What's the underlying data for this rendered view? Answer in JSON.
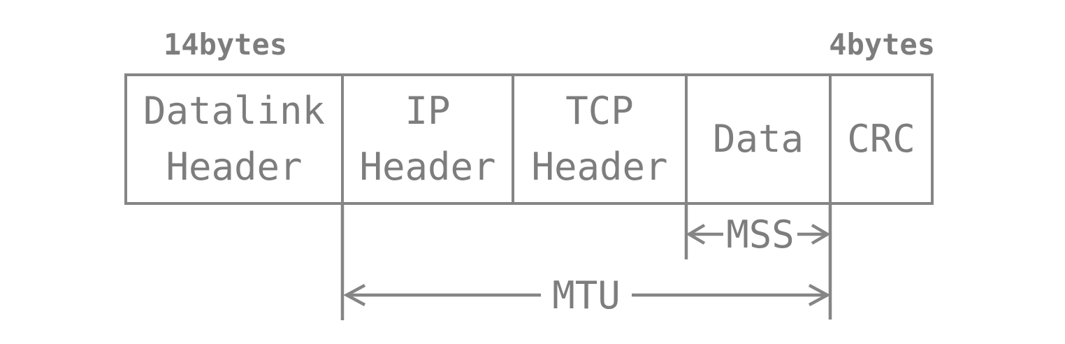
{
  "diagram": {
    "title_semantic": "Ethernet frame structure with MTU and MSS spans",
    "top_labels": {
      "left": "14bytes",
      "right": "4bytes"
    },
    "frame_fields": [
      {
        "name": "datalink-header",
        "lines": [
          "Datalink",
          "Header"
        ]
      },
      {
        "name": "ip-header",
        "lines": [
          "IP",
          "Header"
        ]
      },
      {
        "name": "tcp-header",
        "lines": [
          "TCP",
          "Header"
        ]
      },
      {
        "name": "data",
        "lines": [
          "Data"
        ]
      },
      {
        "name": "crc",
        "lines": [
          "CRC"
        ]
      }
    ],
    "measurements": {
      "mss": "MSS",
      "mtu": "MTU"
    },
    "colors": {
      "line": "#858585",
      "text": "#7d7d7d",
      "background": "#ffffff"
    }
  }
}
